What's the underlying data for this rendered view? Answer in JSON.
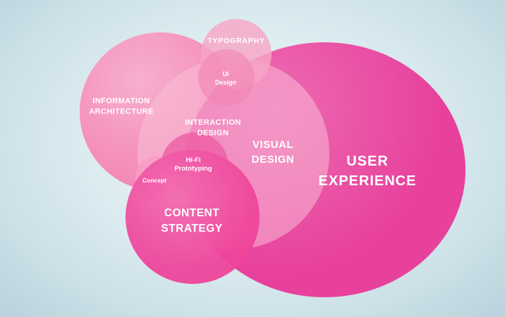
{
  "diagram": {
    "colors": {
      "background": "#d5e6ec",
      "user_experience": "#e8419c",
      "information_architecture": "#f587b6",
      "visual_overlay": "#f9c0d7",
      "typography": "#f7a6c7",
      "ui_design": "#f283b4",
      "hifi_prototyping": "#ee5fa5",
      "concept": "#f79cc3",
      "content_strategy": "#ef459b",
      "label_text": "#ffffff"
    },
    "nodes": {
      "user_experience": {
        "lines": [
          "USER",
          "EXPERIENCE"
        ]
      },
      "information_architecture": {
        "lines": [
          "INFORMATION",
          "ARCHITECTURE"
        ]
      },
      "typography": {
        "lines": [
          "TYPOGRAPHY"
        ]
      },
      "ui_design": {
        "lines": [
          "Ui",
          "Design"
        ]
      },
      "interaction_design": {
        "lines": [
          "INTERACTION",
          "DESIGN"
        ]
      },
      "visual_design": {
        "lines": [
          "VISUAL",
          "DESIGN"
        ]
      },
      "hifi_prototyping": {
        "lines": [
          "Hi-Fi",
          "Prototyping"
        ]
      },
      "concept": {
        "lines": [
          "Concept"
        ]
      },
      "content_strategy": {
        "lines": [
          "CONTENT",
          "STRATEGY"
        ]
      }
    }
  }
}
